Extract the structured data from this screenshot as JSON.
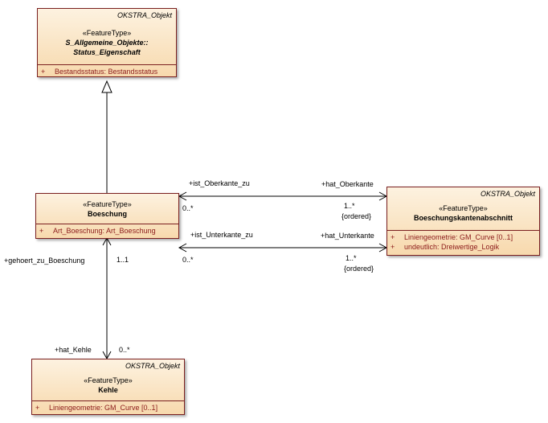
{
  "classes": {
    "status": {
      "package": "OKSTRA_Objekt",
      "stereotype": "«FeatureType»",
      "name_line1": "S_Allgemeine_Objekte::",
      "name_line2": "Status_Eigenschaft",
      "attributes": [
        {
          "visibility": "+",
          "text": "Bestandsstatus: Bestandsstatus"
        }
      ]
    },
    "boeschung": {
      "stereotype": "«FeatureType»",
      "name": "Boeschung",
      "attributes": [
        {
          "visibility": "+",
          "text": "Art_Boeschung: Art_Boeschung"
        }
      ]
    },
    "kante": {
      "package": "OKSTRA_Objekt",
      "stereotype": "«FeatureType»",
      "name": "Boeschungskantenabschnitt",
      "attributes": [
        {
          "visibility": "+",
          "text": "Liniengeometrie: GM_Curve [0..1]"
        },
        {
          "visibility": "+",
          "text": "undeutlich: Dreiwertige_Logik"
        }
      ]
    },
    "kehle": {
      "package": "OKSTRA_Objekt",
      "stereotype": "«FeatureType»",
      "name": "Kehle",
      "attributes": [
        {
          "visibility": "+",
          "text": "Liniengeometrie: GM_Curve [0..1]"
        }
      ]
    }
  },
  "associations": {
    "oberkante": {
      "source_role": "+ist_Oberkante_zu",
      "source_mult": "0..*",
      "target_role": "+hat_Oberkante",
      "target_mult": "1..*",
      "target_constraint": "{ordered}"
    },
    "unterkante": {
      "source_role": "+ist_Unterkante_zu",
      "source_mult": "0..*",
      "target_role": "+hat_Unterkante",
      "target_mult": "1..*",
      "target_constraint": "{ordered}"
    },
    "kehle": {
      "source_role": "+gehoert_zu_Boeschung",
      "source_mult": "1..1",
      "target_role": "+hat_Kehle",
      "target_mult": "0..*"
    }
  }
}
